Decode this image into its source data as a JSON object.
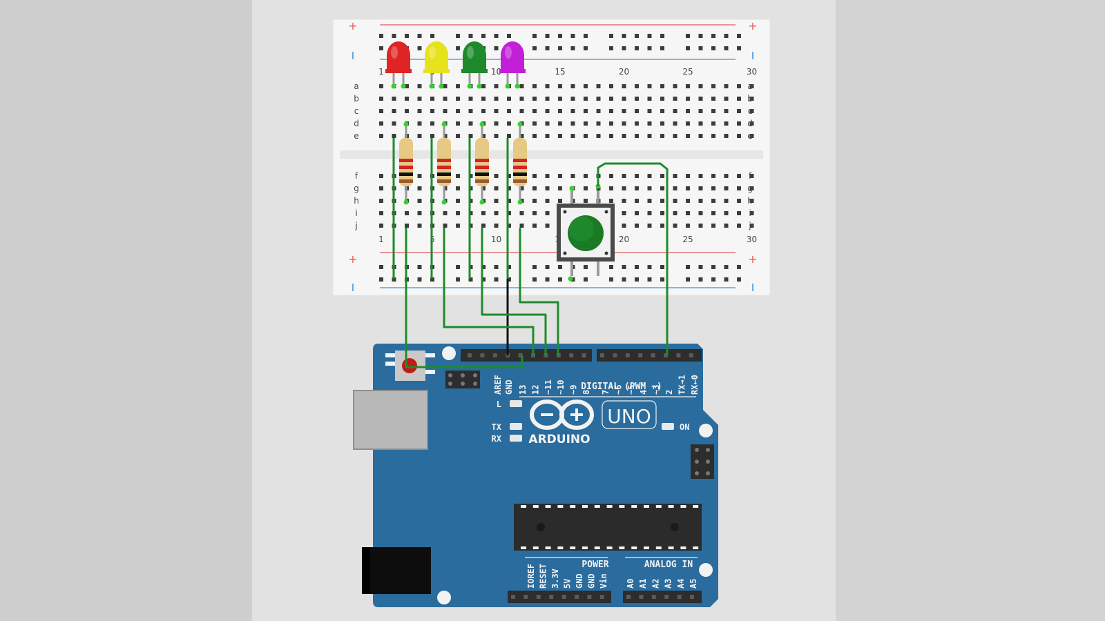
{
  "colors": {
    "board": "#2a6c9e",
    "wire": "#1f8a2b",
    "wire_gnd": "#111111",
    "rail_red": "#e05a5a",
    "rail_blue": "#3a8fd6"
  },
  "breadboard": {
    "column_labels": [
      "1",
      "5",
      "10",
      "15",
      "20",
      "25",
      "30"
    ],
    "row_labels_top": [
      "a",
      "b",
      "c",
      "d",
      "e"
    ],
    "row_labels_bottom": [
      "f",
      "g",
      "h",
      "i",
      "j"
    ],
    "rail_plus": "+"
  },
  "leds": [
    {
      "name": "red",
      "color": "#e02424"
    },
    {
      "name": "yellow",
      "color": "#e6e21c"
    },
    {
      "name": "green",
      "color": "#1f8a2b"
    },
    {
      "name": "magenta",
      "color": "#c21fd6"
    }
  ],
  "arduino": {
    "logo_text": "ARDUINO",
    "model": "UNO",
    "digital_label": "DIGITAL (PWM ~)",
    "power_label": "POWER",
    "analog_label": "ANALOG IN",
    "led_l": "L",
    "led_tx": "TX",
    "led_rx": "RX",
    "led_on": "ON",
    "digital_pins": [
      "AREF",
      "GND",
      "13",
      "12",
      "~11",
      "~10",
      "~9",
      "8",
      "7",
      "~6",
      "~5",
      "4",
      "~3",
      "2",
      "TX→1",
      "RX←0"
    ],
    "power_pins": [
      "IOREF",
      "RESET",
      "3.3V",
      "5V",
      "GND",
      "GND",
      "Vin"
    ],
    "analog_pins": [
      "A0",
      "A1",
      "A2",
      "A3",
      "A4",
      "A5"
    ]
  }
}
